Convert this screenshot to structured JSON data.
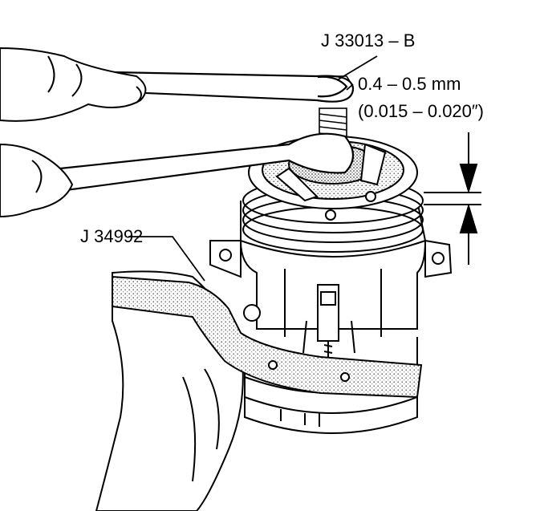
{
  "labels": {
    "tool_top": "J 33013 – B",
    "gap_mm": "0.4 – 0.5 mm",
    "gap_in": "(0.015 – 0.020″)",
    "tool_bottom": "J 34992"
  }
}
